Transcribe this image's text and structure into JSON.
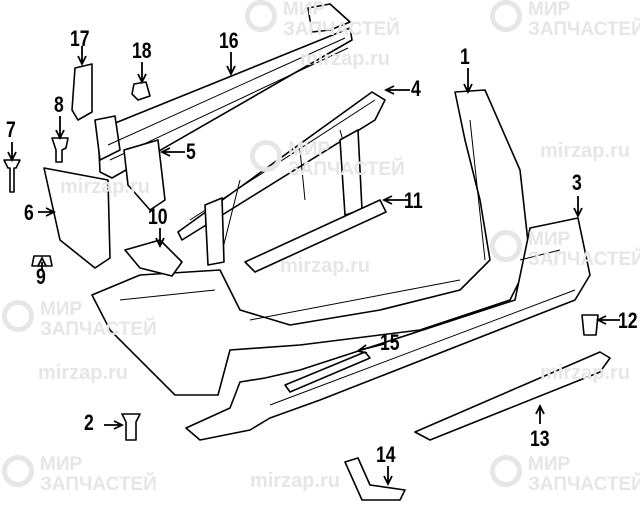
{
  "watermark": {
    "line1": "МИР",
    "line2": "ЗАПЧАСТЕЙ",
    "site": "mirzap.ru"
  },
  "callouts": {
    "c1": "1",
    "c2": "2",
    "c3": "3",
    "c4": "4",
    "c5": "5",
    "c6": "6",
    "c7": "7",
    "c8": "8",
    "c9": "9",
    "c10": "10",
    "c11": "11",
    "c12": "12",
    "c13": "13",
    "c14": "14",
    "c15": "15",
    "c16": "16",
    "c17": "17",
    "c18": "18"
  }
}
